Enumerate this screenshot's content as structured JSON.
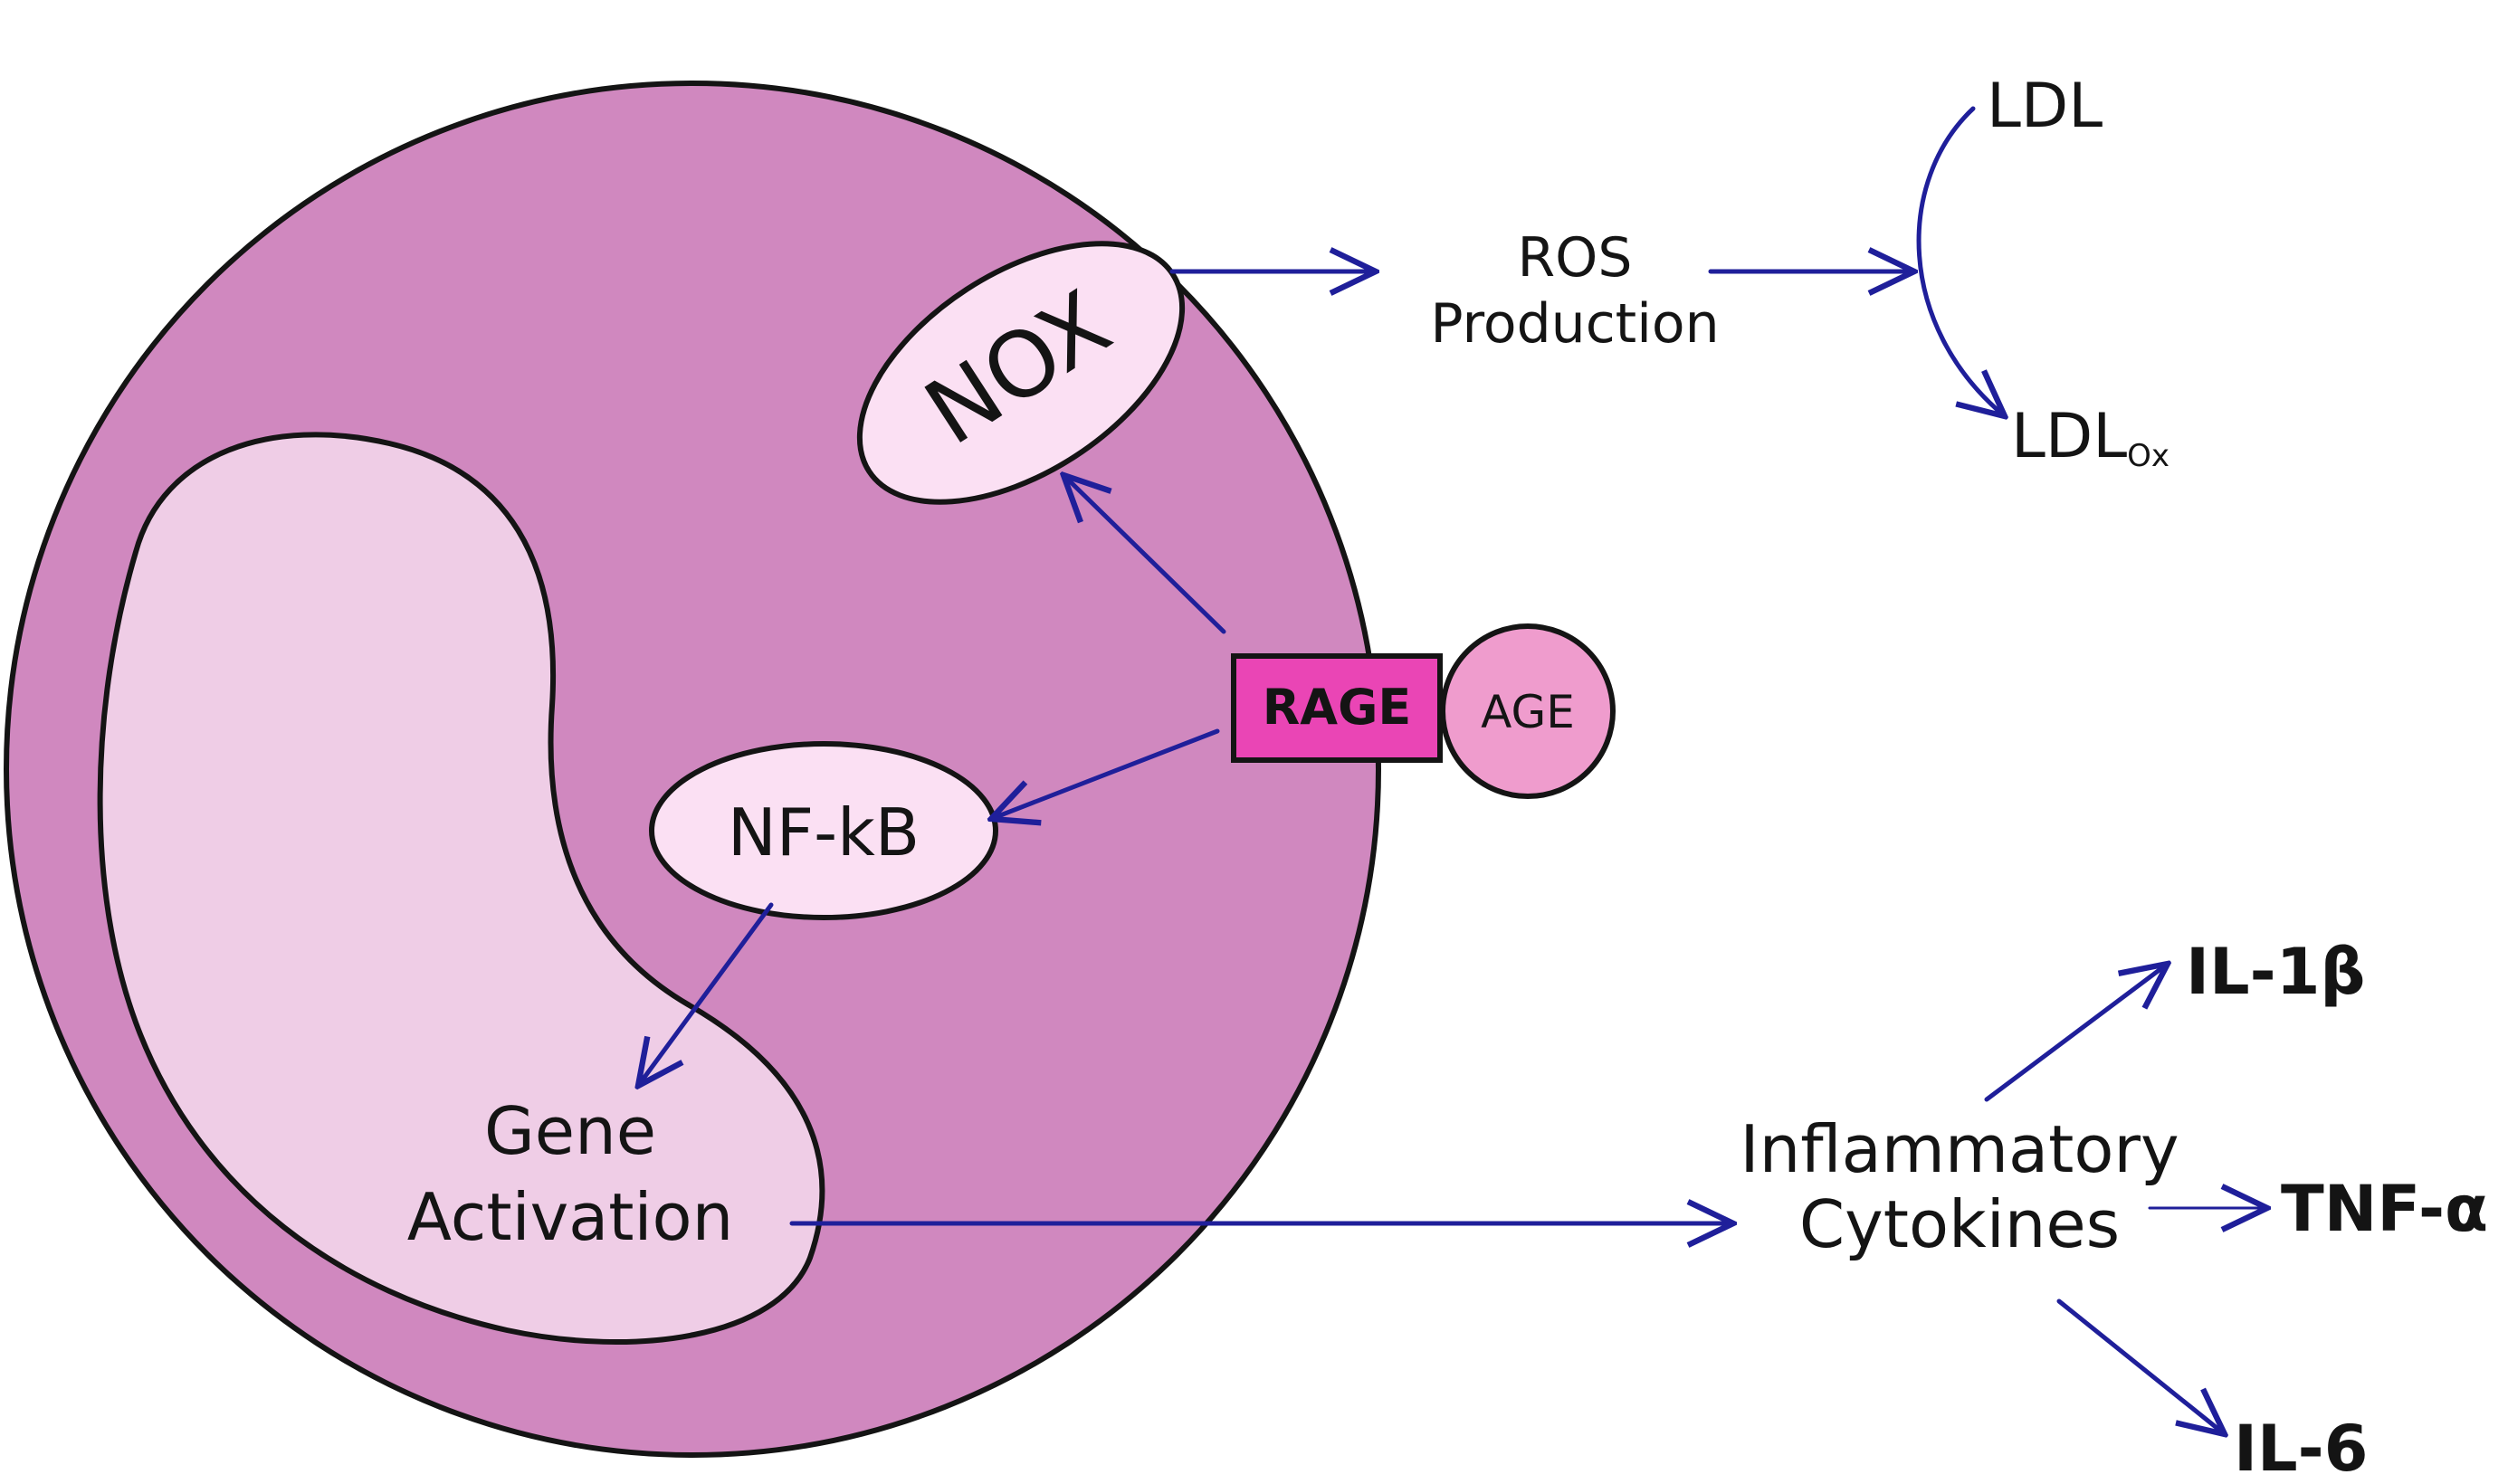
{
  "colors": {
    "cell_fill": "#d088bf",
    "nucleus_fill": "#efcde6",
    "oval_fill": "#fbe0f3",
    "rage_fill": "#ea45b5",
    "age_fill": "#ef9ccd",
    "arrow": "#1f1f9a",
    "outline": "#141414"
  },
  "labels": {
    "nox": "NOX",
    "nfkb": "NF-kB",
    "rage": "RAGE",
    "age": "AGE",
    "gene_line1": "Gene",
    "gene_line2": "Activation",
    "ros_line1": "ROS",
    "ros_line2": "Production",
    "ldl": "LDL",
    "ldlox_main": "LDL",
    "ldlox_sub": "Ox",
    "cyto_line1": "Inflammatory",
    "cyto_line2": "Cytokines",
    "il1b": "IL-1β",
    "tnfa": "TNF-α",
    "il6": "IL-6"
  }
}
